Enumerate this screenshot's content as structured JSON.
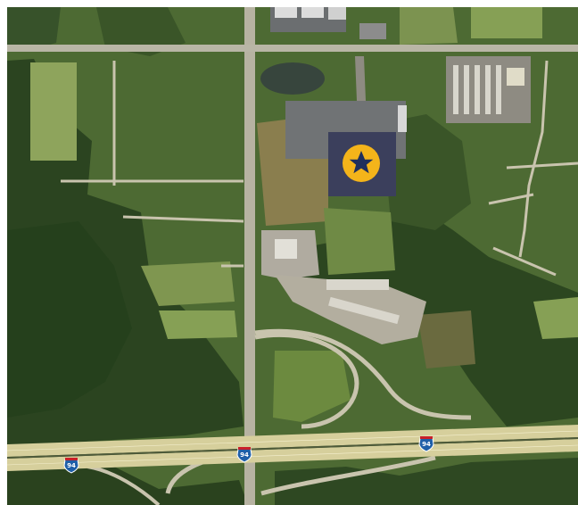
{
  "map": {
    "view": "satellite",
    "colors": {
      "forest": "#2f4a22",
      "grass": "#5f7a3e",
      "field": "#8aa05a",
      "highway": "#d6cf9c",
      "road": "#b9b6a6",
      "parking": "#6b6e70",
      "roof": "#3b3f5c",
      "marker_fill": "#f4b41a",
      "marker_star": "#1f2f5c",
      "shield_blue": "#1f5fa8",
      "shield_red": "#c8202a"
    }
  },
  "marker": {
    "icon": "star-icon"
  },
  "shields": [
    {
      "label": "94"
    },
    {
      "label": "94"
    },
    {
      "label": "94"
    }
  ]
}
